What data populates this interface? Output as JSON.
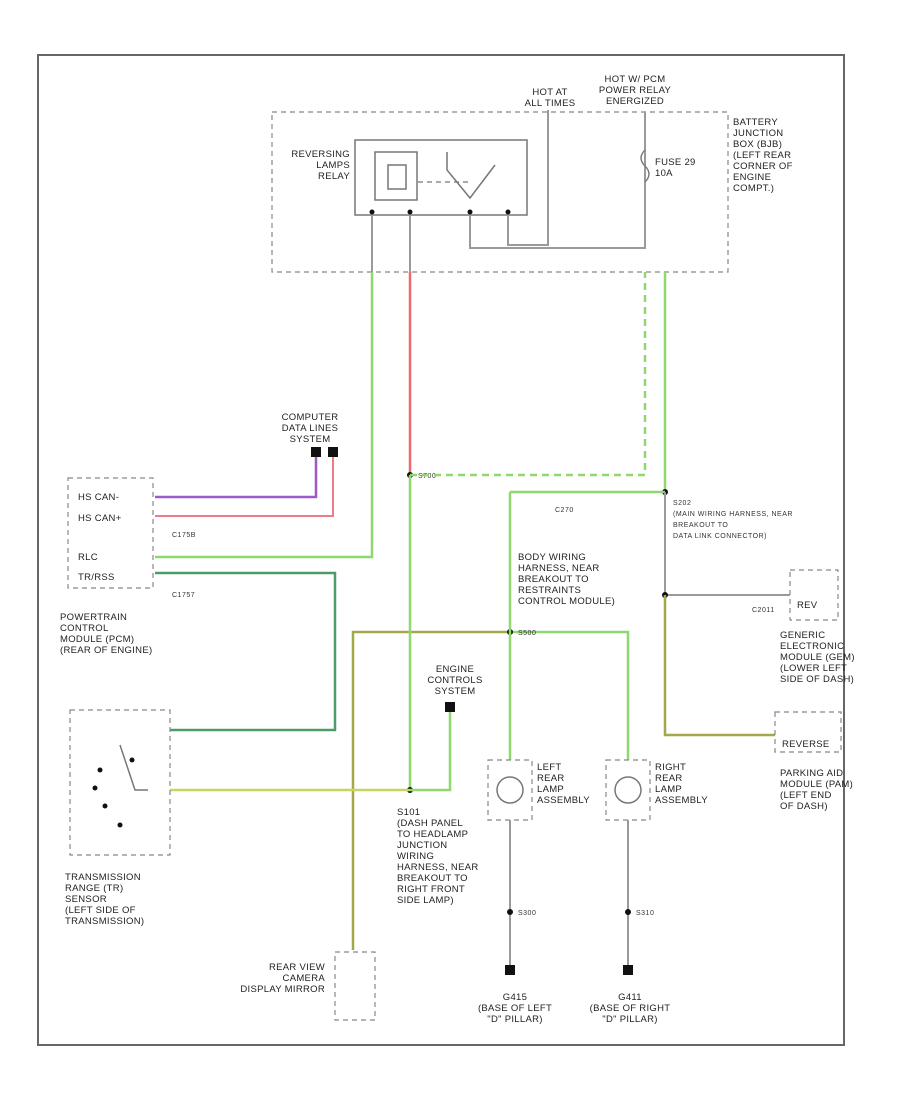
{
  "hot_at_all_times": "HOT AT\nALL TIMES",
  "hot_in_pcm": "HOT W/ PCM\nPOWER RELAY\nENERGIZED",
  "battery_junction_box": "BATTERY\nJUNCTION\nBOX (BJB)\n(LEFT REAR\nCORNER OF\nENGINE\nCOMPT.)",
  "reversing_lamps_relay": "REVERSING\nLAMPS\nRELAY",
  "fuse": "FUSE 29\n10A",
  "computer_data_lines": "COMPUTER\nDATA LINES\nSYSTEM",
  "pcm_pins": [
    "HS CAN-",
    "HS CAN+",
    "RLC",
    "TR/RSS"
  ],
  "pcm_connectors": [
    "C175B",
    "C1757"
  ],
  "pcm_label": "POWERTRAIN\nCONTROL\nMODULE (PCM)\n(REAR OF ENGINE)",
  "s700": "S700",
  "c270": "C270",
  "s500": "S500",
  "s202": "S202\n(MAIN WIRING HARNESS, NEAR\nBREAKOUT TO\nDATA LINK CONNECTOR)",
  "body_harness": "BODY WIRING\nHARNESS, NEAR\nBREAKOUT TO\nRESTRAINTS\nCONTROL MODULE)",
  "c2011": "C2011",
  "gem_label": "GENERIC\nELECTRONIC\nMODULE (GEM)\n(LOWER LEFT\nSIDE OF DASH)",
  "parking_aid_label": "PARKING AID\nMODULE (PAM)\n(LEFT END\nOF DASH)",
  "rev": "REV",
  "reverse": "REVERSE",
  "engine_controls": "ENGINE\nCONTROLS\nSYSTEM",
  "tr_sensor": "TRANSMISSION\nRANGE (TR)\nSENSOR\n(LEFT SIDE OF\nTRANSMISSION)",
  "s101": "S101\n(DASH PANEL\nTO HEADLAMP\nJUNCTION\nWIRING\nHARNESS, NEAR\nBREAKOUT TO\nRIGHT FRONT\nSIDE LAMP)",
  "left_rear_lamp": "LEFT\nREAR\nLAMP\nASSEMBLY",
  "right_rear_lamp": "RIGHT\nREAR\nLAMP\nASSEMBLY",
  "s300": "S300",
  "s310": "S310",
  "g415": "G415\n(BASE OF LEFT\n\"D\" PILLAR)",
  "g411": "G411\n(BASE OF RIGHT\n\"D\" PILLAR)",
  "rear_view_camera": "REAR VIEW\nCAMERA\nDISPLAY MIRROR",
  "footer_code": "",
  "wire_colors": {
    "red": "#ee6a6a",
    "green": "#8fd86f",
    "dark_green": "#4d9a6a",
    "purple": "#9b59c9",
    "olive": "#a3a84a",
    "gray": "#9a9a9a"
  }
}
